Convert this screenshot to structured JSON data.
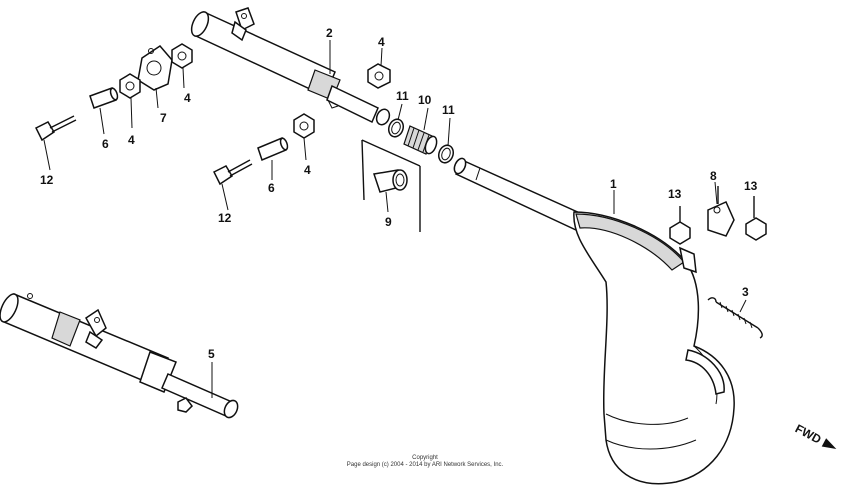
{
  "callouts": {
    "c1": "1",
    "c2": "2",
    "c3": "3",
    "c4a": "4",
    "c4b": "4",
    "c4c": "4",
    "c4d": "4",
    "c5": "5",
    "c6a": "6",
    "c6b": "6",
    "c7": "7",
    "c8": "8",
    "c9": "9",
    "c10": "10",
    "c11a": "11",
    "c11b": "11",
    "c12a": "12",
    "c12b": "12",
    "c13a": "13",
    "c13b": "13"
  },
  "fwd_label": "FWD",
  "copyright": {
    "line1": "Copyright",
    "line2": "Page design (c) 2004 - 2014 by ARI Network Services, Inc."
  },
  "colors": {
    "line": "#111111",
    "background": "#ffffff",
    "shade": "#d8d8d8"
  }
}
